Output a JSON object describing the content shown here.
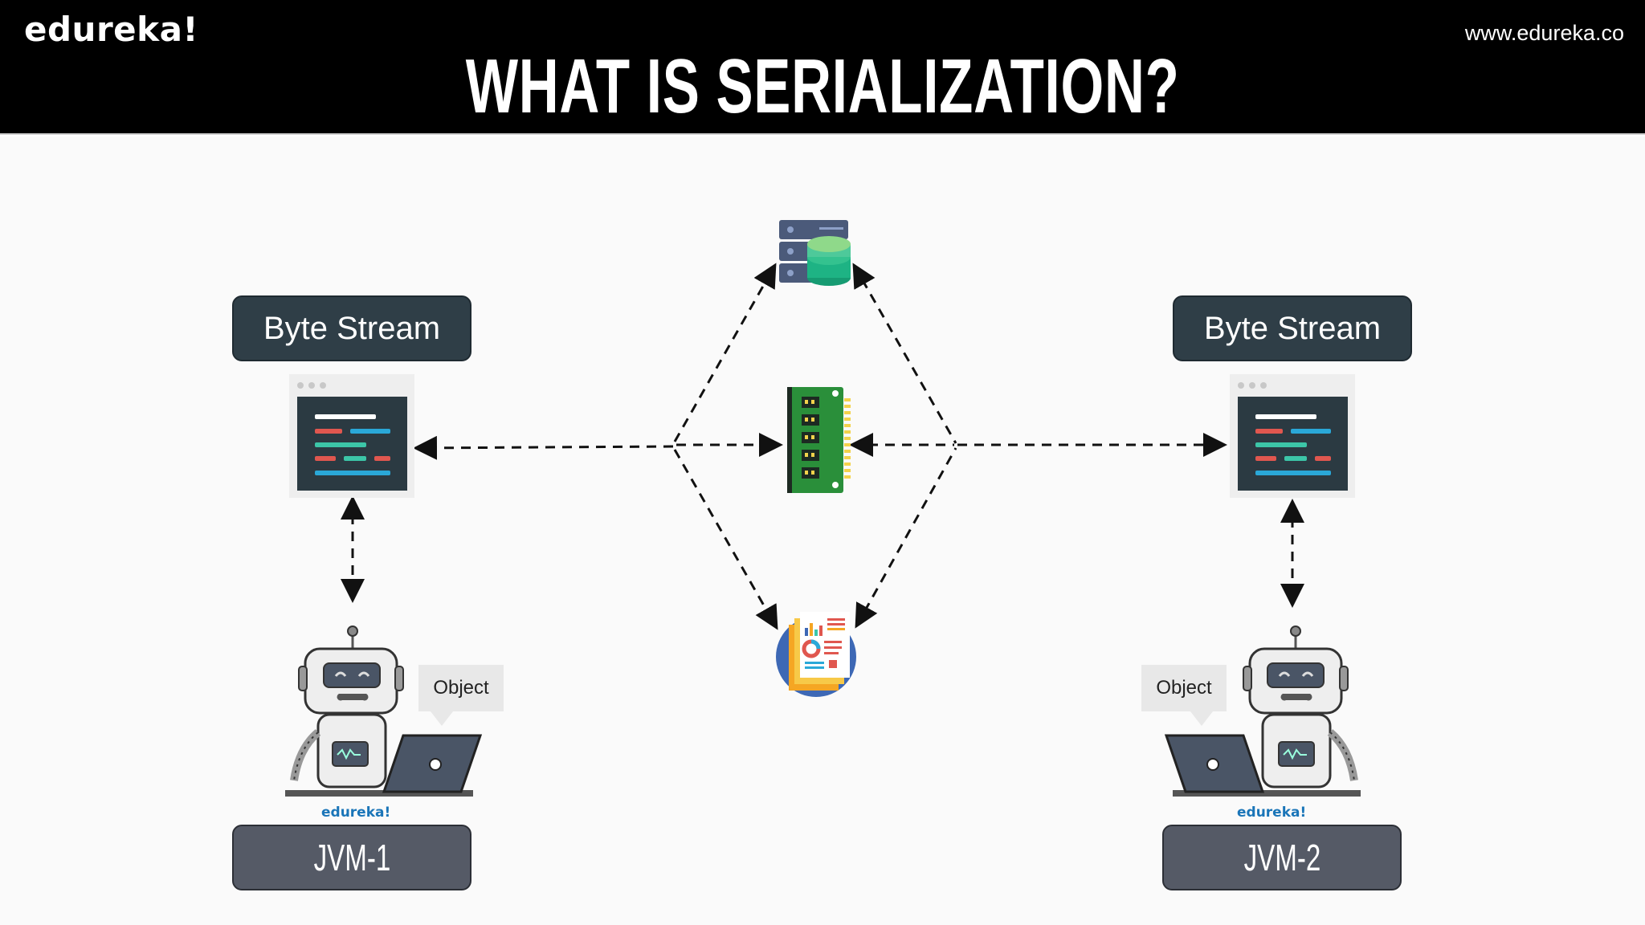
{
  "header": {
    "brand": "edureka!",
    "site_url": "www.edureka.co",
    "title": "WHAT IS SERIALIZATION?"
  },
  "left": {
    "stream_label": "Byte Stream",
    "object_label": "Object",
    "mini_brand": "edureka!",
    "jvm_label": "JVM-1"
  },
  "right": {
    "stream_label": "Byte Stream",
    "object_label": "Object",
    "mini_brand": "edureka!",
    "jvm_label": "JVM-2"
  },
  "center": {
    "icons": [
      "database-server-icon",
      "memory-chip-icon",
      "file-report-icon"
    ]
  },
  "colors": {
    "header_bg": "#000000",
    "label_dark": "#2f3e47",
    "jvm_box": "#555a66",
    "code_panel": "#2b3a42",
    "accent_red": "#e0574f",
    "accent_blue": "#2aa8d8",
    "accent_teal": "#3cc6a8",
    "brand_blue": "#1a75b8"
  }
}
